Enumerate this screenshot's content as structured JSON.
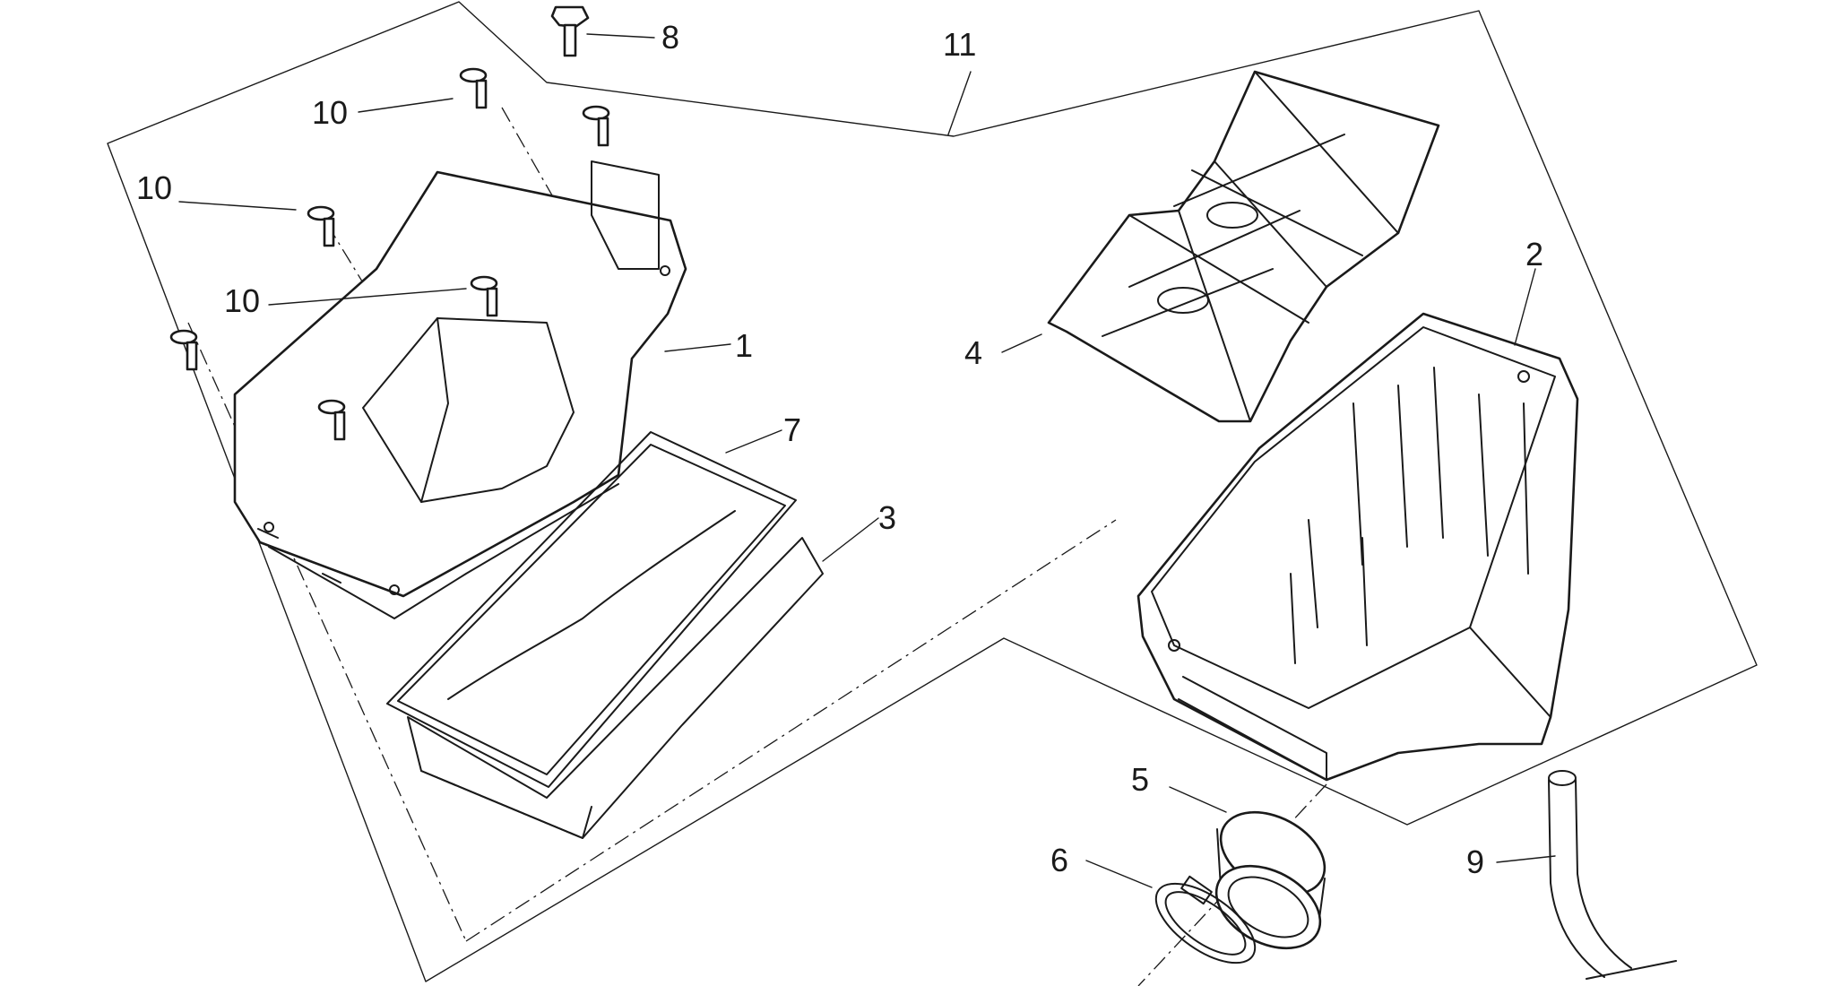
{
  "callouts": [
    {
      "id": "1",
      "text": "1"
    },
    {
      "id": "2",
      "text": "2"
    },
    {
      "id": "3",
      "text": "3"
    },
    {
      "id": "4",
      "text": "4"
    },
    {
      "id": "5",
      "text": "5"
    },
    {
      "id": "6",
      "text": "6"
    },
    {
      "id": "7",
      "text": "7"
    },
    {
      "id": "8",
      "text": "8"
    },
    {
      "id": "9",
      "text": "9"
    },
    {
      "id": "10a",
      "text": "10"
    },
    {
      "id": "10b",
      "text": "10"
    },
    {
      "id": "10c",
      "text": "10"
    },
    {
      "id": "11",
      "text": "11"
    }
  ],
  "colors": {
    "ink": "#1a1a1a",
    "background": "#ffffff"
  }
}
